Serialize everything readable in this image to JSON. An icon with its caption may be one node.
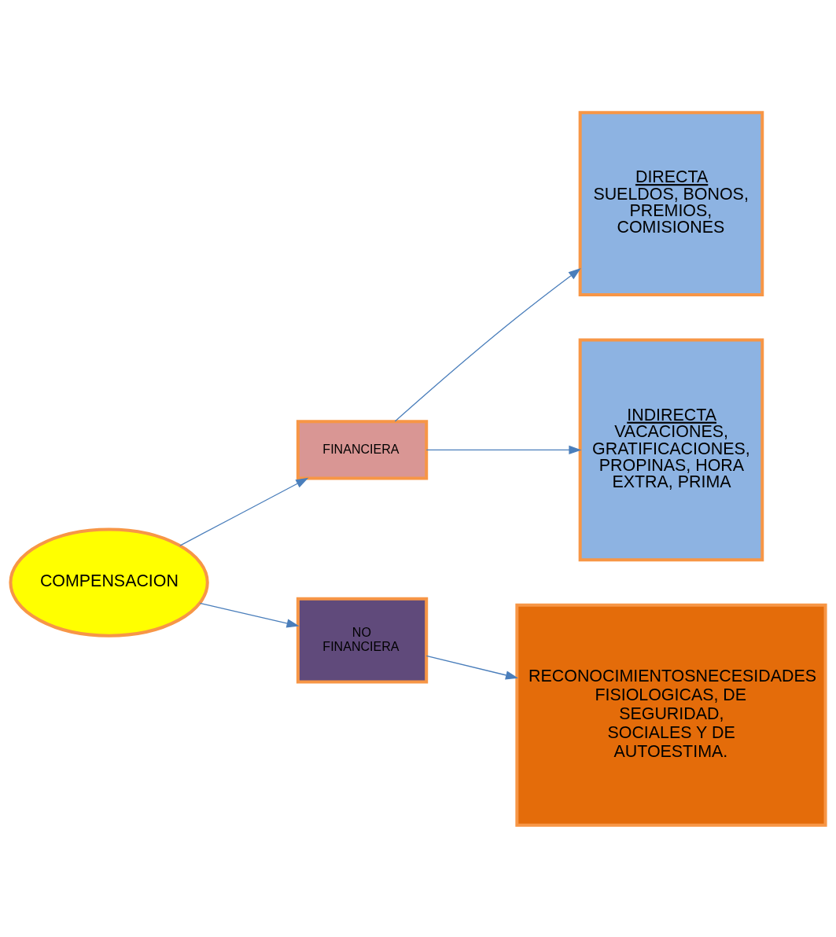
{
  "diagram": {
    "nodes": [
      {
        "text": [
          "COMPENSACION"
        ]
      },
      {
        "text": [
          "FINANCIERA"
        ]
      },
      {
        "text": [
          "NO FINANCIERA"
        ]
      },
      {
        "text": [
          "DIRECTA",
          "SUELDOS, BONOS, PREMIOS, COMISIONES"
        ]
      },
      {
        "text": [
          "INDIRECTA",
          "VACACIONES, GRATIFICACIONES, PROPINAS, HORA EXTRA, PRIMA"
        ]
      },
      {
        "text": [
          "RECONOCIMIENTOSNECESIDADES FISIOLOGICAS, DE SEGURIDAD, SOCIALES Y DE AUTOESTIMA."
        ]
      }
    ],
    "edges": [
      {
        "from": 0,
        "to": 1,
        "arrow": "to"
      },
      {
        "from": 0,
        "to": 2,
        "arrow": "to"
      },
      {
        "from": 1,
        "to": 3,
        "arrow": "to"
      },
      {
        "from": 1,
        "to": 4,
        "arrow": "to"
      },
      {
        "from": 2,
        "to": 5,
        "arrow": "to"
      }
    ]
  }
}
